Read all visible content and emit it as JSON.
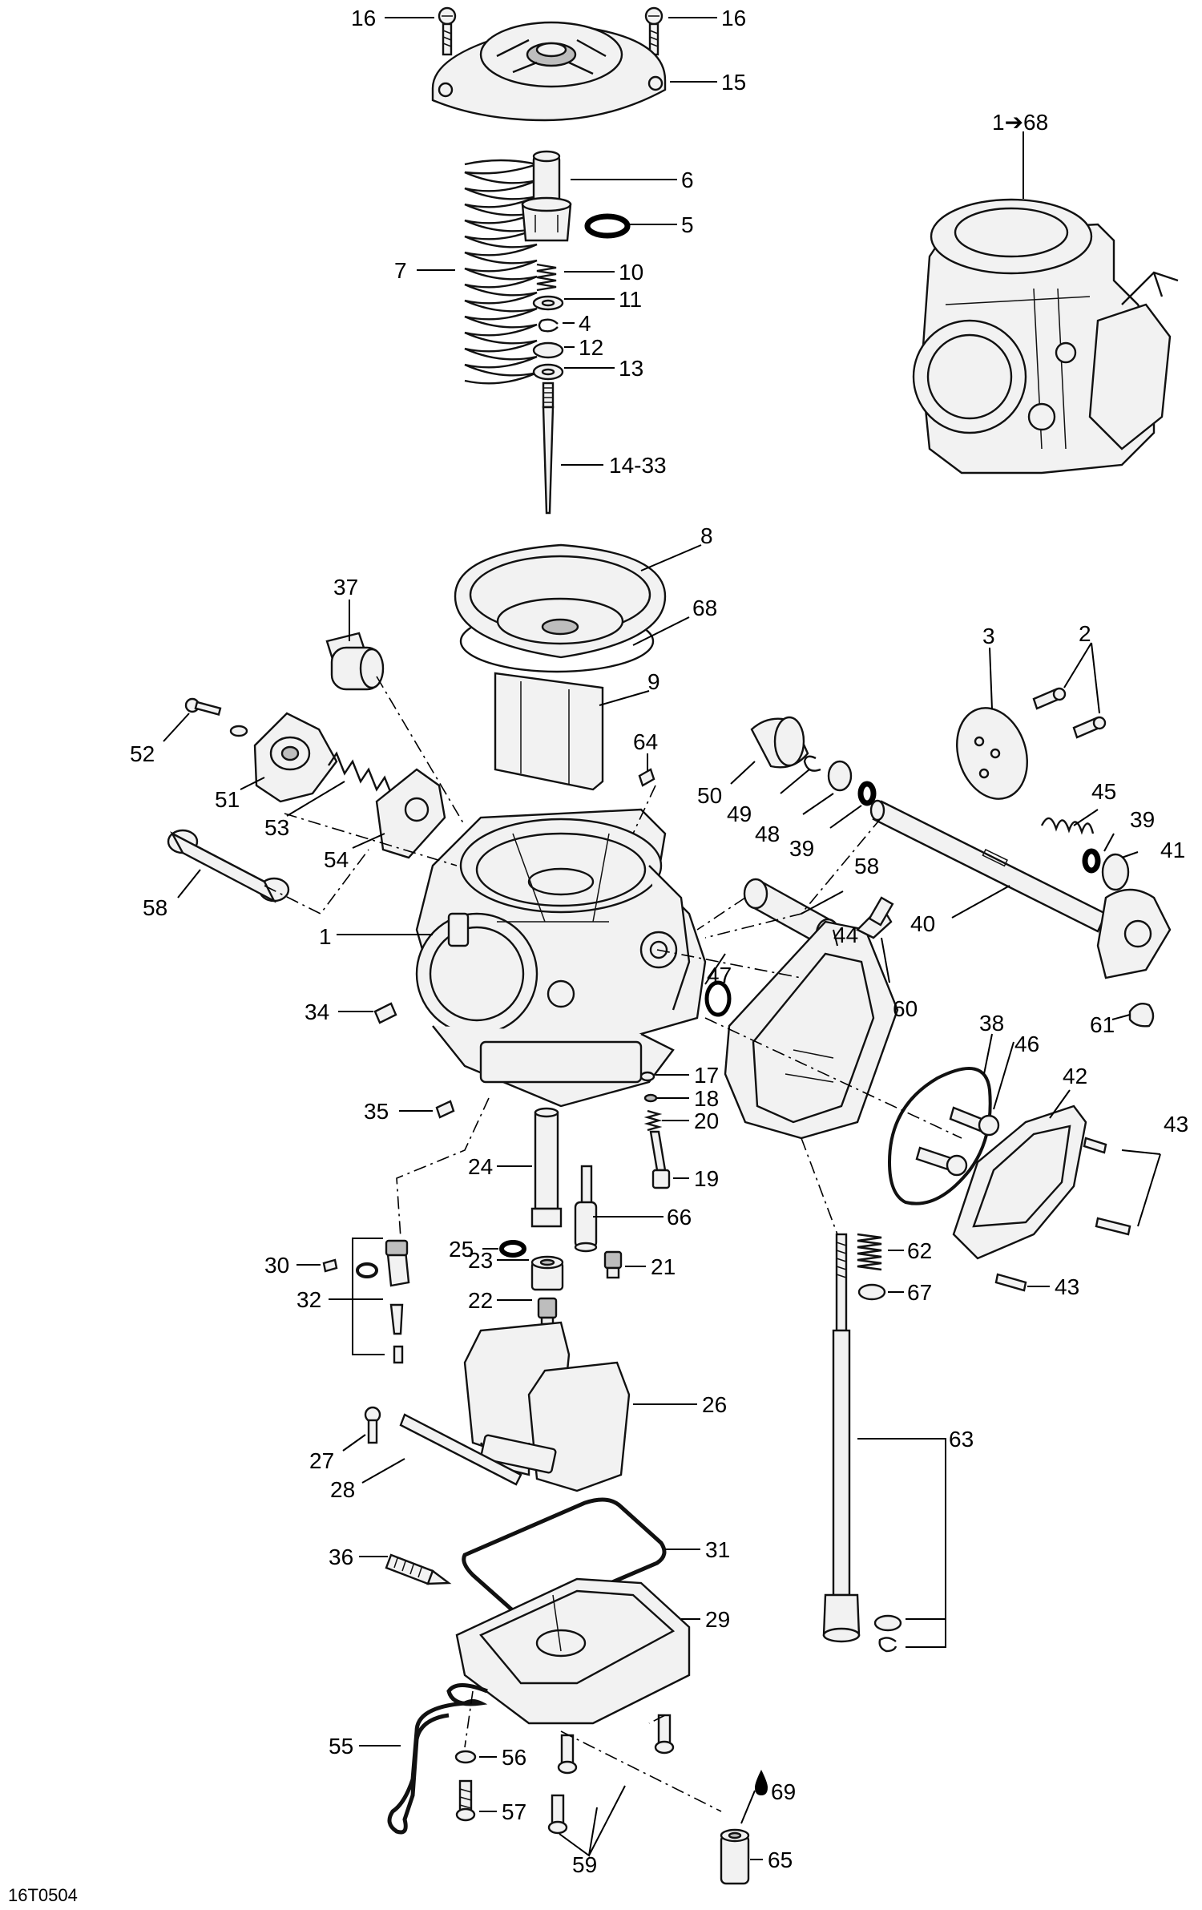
{
  "diagram": {
    "ref_code": "16T0504",
    "colors": {
      "line": "#000000",
      "part_fill": "#f2f2f2",
      "shade": "#bdbdbd"
    },
    "callouts": [
      {
        "id": "c16a",
        "label": "16"
      },
      {
        "id": "c16b",
        "label": "16"
      },
      {
        "id": "c15",
        "label": "15"
      },
      {
        "id": "c6",
        "label": "6"
      },
      {
        "id": "c5",
        "label": "5"
      },
      {
        "id": "c7",
        "label": "7"
      },
      {
        "id": "c10",
        "label": "10"
      },
      {
        "id": "c11",
        "label": "11"
      },
      {
        "id": "c4",
        "label": "4"
      },
      {
        "id": "c12",
        "label": "12"
      },
      {
        "id": "c13",
        "label": "13"
      },
      {
        "id": "c14",
        "label": "14-33"
      },
      {
        "id": "c1to68",
        "label": "1➔68"
      },
      {
        "id": "c8",
        "label": "8"
      },
      {
        "id": "c37",
        "label": "37"
      },
      {
        "id": "c68",
        "label": "68"
      },
      {
        "id": "c9",
        "label": "9"
      },
      {
        "id": "c3",
        "label": "3"
      },
      {
        "id": "c2",
        "label": "2"
      },
      {
        "id": "c52",
        "label": "52"
      },
      {
        "id": "c64",
        "label": "64"
      },
      {
        "id": "c50",
        "label": "50"
      },
      {
        "id": "c49",
        "label": "49"
      },
      {
        "id": "c48",
        "label": "48"
      },
      {
        "id": "c39a",
        "label": "39"
      },
      {
        "id": "c45",
        "label": "45"
      },
      {
        "id": "c39b",
        "label": "39"
      },
      {
        "id": "c41",
        "label": "41"
      },
      {
        "id": "c51",
        "label": "51"
      },
      {
        "id": "c53",
        "label": "53"
      },
      {
        "id": "c54",
        "label": "54"
      },
      {
        "id": "c58a",
        "label": "58"
      },
      {
        "id": "c58b",
        "label": "58"
      },
      {
        "id": "c1",
        "label": "1"
      },
      {
        "id": "c47",
        "label": "47"
      },
      {
        "id": "c44",
        "label": "44"
      },
      {
        "id": "c40",
        "label": "40"
      },
      {
        "id": "c34",
        "label": "34"
      },
      {
        "id": "c60",
        "label": "60"
      },
      {
        "id": "c61",
        "label": "61"
      },
      {
        "id": "c38",
        "label": "38"
      },
      {
        "id": "c46",
        "label": "46"
      },
      {
        "id": "c42",
        "label": "42"
      },
      {
        "id": "c17",
        "label": "17"
      },
      {
        "id": "c18",
        "label": "18"
      },
      {
        "id": "c35",
        "label": "35"
      },
      {
        "id": "c20",
        "label": "20"
      },
      {
        "id": "c43a",
        "label": "43"
      },
      {
        "id": "c24",
        "label": "24"
      },
      {
        "id": "c19",
        "label": "19"
      },
      {
        "id": "c25",
        "label": "25"
      },
      {
        "id": "c66",
        "label": "66"
      },
      {
        "id": "c62",
        "label": "62"
      },
      {
        "id": "c30",
        "label": "30"
      },
      {
        "id": "c23",
        "label": "23"
      },
      {
        "id": "c21",
        "label": "21"
      },
      {
        "id": "c43b",
        "label": "43"
      },
      {
        "id": "c32",
        "label": "32"
      },
      {
        "id": "c22",
        "label": "22"
      },
      {
        "id": "c67",
        "label": "67"
      },
      {
        "id": "c26",
        "label": "26"
      },
      {
        "id": "c63",
        "label": "63"
      },
      {
        "id": "c27",
        "label": "27"
      },
      {
        "id": "c28",
        "label": "28"
      },
      {
        "id": "c36",
        "label": "36"
      },
      {
        "id": "c31",
        "label": "31"
      },
      {
        "id": "c29",
        "label": "29"
      },
      {
        "id": "c55",
        "label": "55"
      },
      {
        "id": "c56",
        "label": "56"
      },
      {
        "id": "c69",
        "label": "69"
      },
      {
        "id": "c57",
        "label": "57"
      },
      {
        "id": "c65",
        "label": "65"
      },
      {
        "id": "c59",
        "label": "59"
      }
    ]
  }
}
